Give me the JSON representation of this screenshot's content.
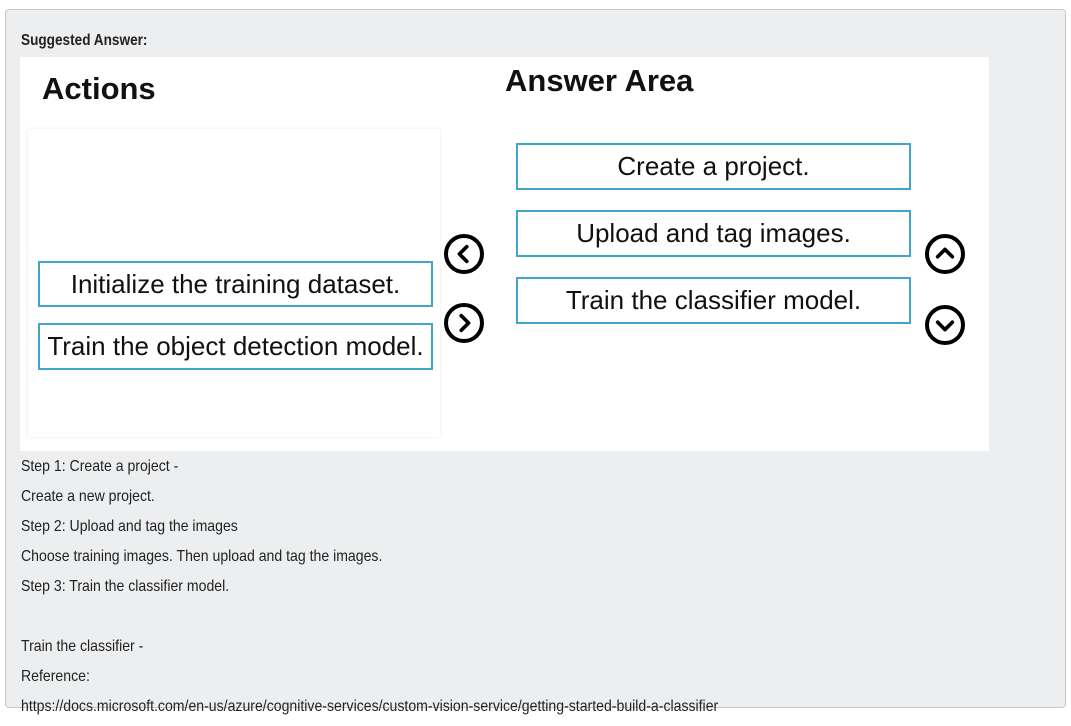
{
  "heading": "Suggested Answer:",
  "actions": {
    "title": "Actions",
    "items": [
      "Initialize the training dataset.",
      "Train the object detection model."
    ]
  },
  "answer_area": {
    "title": "Answer Area",
    "items": [
      "Create a project.",
      "Upload and tag images.",
      "Train the classifier model."
    ]
  },
  "icons": {
    "move_left": "chevron-left-circle-icon",
    "move_right": "chevron-right-circle-icon",
    "move_up": "chevron-up-circle-icon",
    "move_down": "chevron-down-circle-icon"
  },
  "explanation": [
    "Step 1: Create a project -",
    "Create a new project.",
    "Step 2: Upload and tag the images",
    "Choose training images. Then upload and tag the images.",
    "Step 3: Train the classifier model.",
    "",
    "Train the classifier -",
    "Reference:",
    "https://docs.microsoft.com/en-us/azure/cognitive-services/custom-vision-service/getting-started-build-a-classifier"
  ],
  "colors": {
    "item_border": "#42a5c9",
    "card_bg": "#edeeef"
  }
}
